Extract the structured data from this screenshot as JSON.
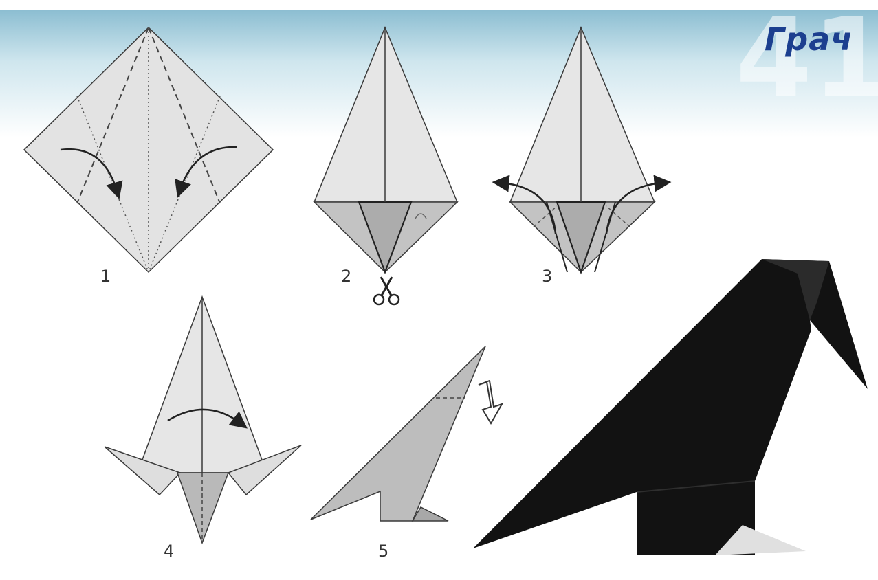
{
  "title": "Грач",
  "page_number": "41",
  "steps": [
    {
      "number": "1"
    },
    {
      "number": "2"
    },
    {
      "number": "3"
    },
    {
      "number": "4"
    },
    {
      "number": "5"
    }
  ],
  "colors": {
    "paper_light": "#e6e6e6",
    "paper_mid": "#c3c3c3",
    "paper_dark": "#acacac",
    "outline": "#3a3a3a",
    "bird": "#111111",
    "sky_top": "#7fb6cc",
    "title": "#1c3f8f"
  },
  "icons": [
    "scissors-icon",
    "fold-arrow-icon",
    "hollow-down-arrow-icon"
  ]
}
